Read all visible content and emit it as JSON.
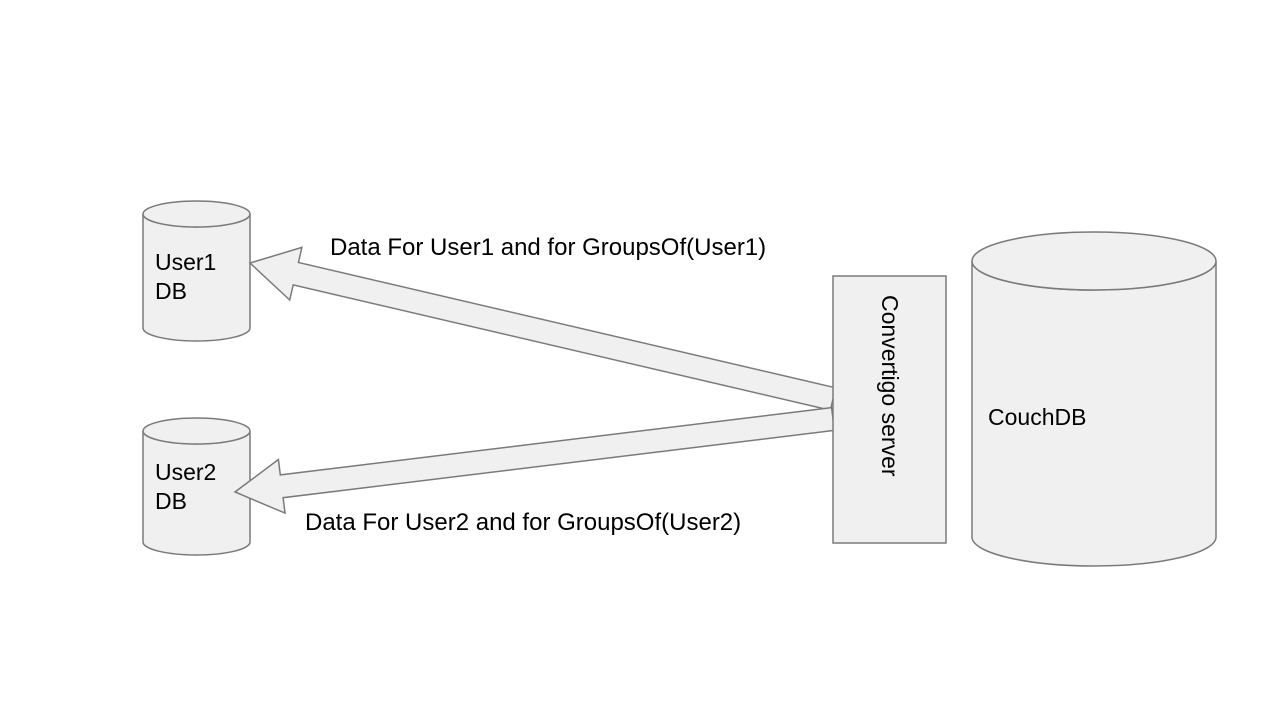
{
  "diagram": {
    "background": "#ffffff",
    "colors": {
      "shape_fill": "#f0f0f1",
      "shape_stroke": "#7a7a7a",
      "text_color": "#000000"
    },
    "nodes": {
      "user1_db": {
        "shape": "database-cylinder",
        "label_line1": "User1",
        "label_line2": "DB"
      },
      "user2_db": {
        "shape": "database-cylinder",
        "label_line1": "User2",
        "label_line2": "DB"
      },
      "convertigo_server": {
        "shape": "rectangle",
        "label": "Convertigo server",
        "label_orientation": "vertical-top-to-bottom"
      },
      "couchdb": {
        "shape": "database-cylinder",
        "label": "CouchDB"
      }
    },
    "edges": [
      {
        "from": "convertigo_server",
        "to": "user1_db",
        "style": "block-arrow",
        "label": "Data For User1 and for GroupsOf(User1)"
      },
      {
        "from": "convertigo_server",
        "to": "user2_db",
        "style": "block-arrow",
        "label": "Data For User2 and for GroupsOf(User2)"
      }
    ]
  }
}
